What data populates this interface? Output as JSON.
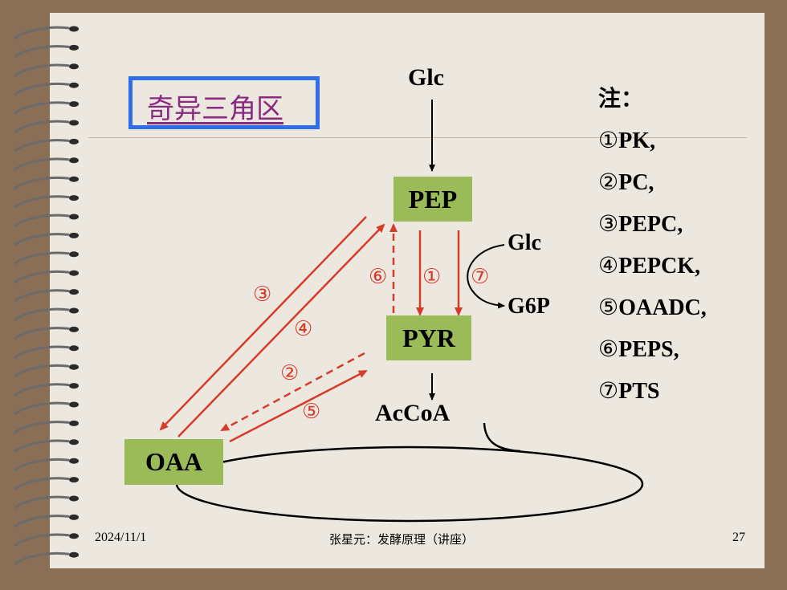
{
  "title": "奇异三角区",
  "nodes": {
    "pep": "PEP",
    "pyr": "PYR",
    "oaa": "OAA"
  },
  "labels": {
    "glc_top": "Glc",
    "glc_side": "Glc",
    "g6p": "G6P",
    "accoa": "AcCoA"
  },
  "reaction_numbers": {
    "n1": "①",
    "n2": "②",
    "n3": "③",
    "n4": "④",
    "n5": "⑤",
    "n6": "⑥",
    "n7": "⑦"
  },
  "notes": {
    "heading": "注：",
    "items": [
      {
        "num": "①",
        "text": "PK,"
      },
      {
        "num": "②",
        "text": "PC,"
      },
      {
        "num": "③",
        "text": "PEPC,"
      },
      {
        "num": "④",
        "text": "PEPCK,"
      },
      {
        "num": "⑤",
        "text": "OAADC,"
      },
      {
        "num": "⑥",
        "text": "PEPS,"
      },
      {
        "num": "⑦",
        "text": "PTS"
      }
    ]
  },
  "footer": {
    "date": "2024/11/1",
    "center": "张星元：发酵原理（讲座）",
    "page": "27"
  },
  "colors": {
    "arrow_red": "#d63c2c",
    "node_green": "#9bbb59",
    "title_border": "#2f6ee8",
    "title_text": "#8a2b82"
  }
}
